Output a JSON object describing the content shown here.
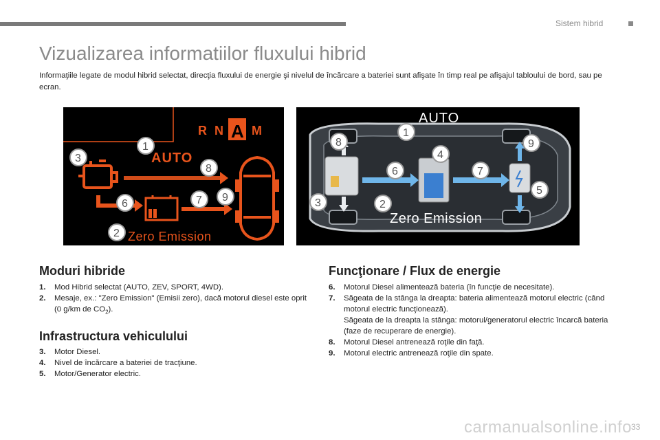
{
  "header": {
    "section": "Sistem hibrid"
  },
  "title": "Vizualizarea informatiilor fluxului hibrid",
  "intro": "Informaţiile legate de modul hibrid selectat, direcţia fluxului de energie şi nivelul de încărcare a bateriei sunt afişate în timp real pe afişajul tabloului de bord, sau pe ecran.",
  "figure1": {
    "gears": [
      "R",
      "N",
      "A",
      "M"
    ],
    "mode": "AUTO",
    "message": "Zero Emission",
    "callouts": [
      "1",
      "2",
      "3",
      "6",
      "7",
      "8",
      "9"
    ]
  },
  "figure2": {
    "mode": "AUTO",
    "message": "Zero Emission",
    "callouts": [
      "1",
      "2",
      "3",
      "4",
      "5",
      "6",
      "7",
      "8",
      "9"
    ]
  },
  "moduri": {
    "title": "Moduri hibride",
    "items": [
      {
        "num": "1.",
        "text": "Mod Hibrid selectat (AUTO, ZEV, SPORT, 4WD)."
      },
      {
        "num": "2.",
        "text": "Mesaje, ex.: \"Zero Emission\" (Emisii zero), dacă motorul diesel este oprit (0 g/km de CO",
        "sub": "2",
        "tail": ")."
      }
    ]
  },
  "infra": {
    "title": "Infrastructura vehiculului",
    "items": [
      {
        "num": "3.",
        "text": "Motor Diesel."
      },
      {
        "num": "4.",
        "text": "Nivel de încărcare a bateriei de tracţiune."
      },
      {
        "num": "5.",
        "text": "Motor/Generator electric."
      }
    ]
  },
  "functionare": {
    "title": "Funcţionare / Flux de energie",
    "items": [
      {
        "num": "6.",
        "text": "Motorul Diesel alimentează bateria (în funcţie de necesitate)."
      },
      {
        "num": "7.",
        "text": "Săgeata de la stânga la dreapta: bateria alimentează motorul electric (când motorul electric funcţionează).",
        "extra": "Săgeata de la dreapta la stânga: motorul/generatorul electric încarcă bateria (faze de recuperare de energie)."
      },
      {
        "num": "8.",
        "text": "Motorul Diesel antrenează roţile din faţă."
      },
      {
        "num": "9.",
        "text": "Motorul electric antrenează roţile din spate."
      }
    ]
  },
  "footer": {
    "watermark": "carmanualsonline.info",
    "page": "33"
  },
  "colors": {
    "accent_orange": "#e8541c",
    "blue_arrow": "#5aa7e0",
    "grey": "#8a8a8a"
  }
}
